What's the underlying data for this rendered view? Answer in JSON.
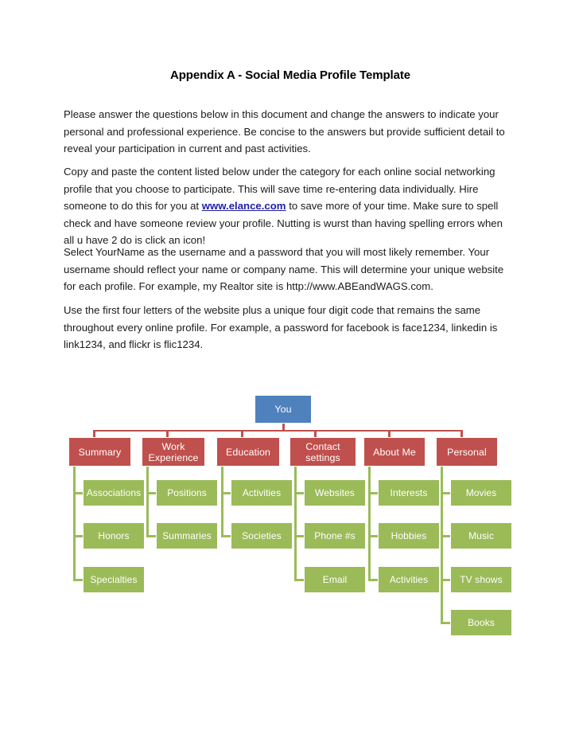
{
  "document": {
    "title": "Appendix A - Social Media Profile Template",
    "paragraphs": {
      "p1": "Please answer the questions below in this document and change the answers to indicate your personal and professional experience. Be concise to the answers but provide sufficient detail to reveal your participation in current and past activities.",
      "p2_a": "Copy and paste the content listed below under the category for each online social networking profile that you choose to participate. This will save time re-entering data individually. Hire someone to do this for you at ",
      "p2_link": "www.elance.com",
      "p2_b": " to save more of your time. Make sure to spell check and have someone review your profile. Nutting is wurst than having spelling errors when all u have 2 do is click an icon!",
      "p3": "Select YourName as the username and a password that you will most likely remember. Your username should reflect your name or company name.  This will determine your unique website for each profile.  For example, my Realtor site is http://www.ABEandWAGS.com.",
      "p4": "Use the first four letters of the website plus a unique four digit code that remains the same throughout every online profile.  For example, a password for facebook is face1234, linkedin is link1234, and flickr is flic1234."
    }
  },
  "chart_data": {
    "type": "diagram",
    "title": "Social Media Profile Template org chart",
    "colors": {
      "root": "#4F81BD",
      "level1": "#C0504D",
      "level2": "#9BBB59",
      "connector_red": "#C0504D",
      "connector_green": "#9BBB59"
    },
    "root": {
      "label": "You"
    },
    "columns": [
      {
        "label": "Summary",
        "children": [
          "Associations",
          "Honors",
          "Specialties"
        ]
      },
      {
        "label": "Work Experience",
        "children": [
          "Positions",
          "Summaries"
        ]
      },
      {
        "label": "Education",
        "children": [
          "Activities",
          "Societies"
        ]
      },
      {
        "label": "Contact settings",
        "children": [
          "Websites",
          "Phone #s",
          "Email"
        ]
      },
      {
        "label": "About Me",
        "children": [
          "Interests",
          "Hobbies",
          "Activities"
        ]
      },
      {
        "label": "Personal",
        "children": [
          "Movies",
          "Music",
          "TV shows",
          "Books"
        ]
      }
    ]
  }
}
